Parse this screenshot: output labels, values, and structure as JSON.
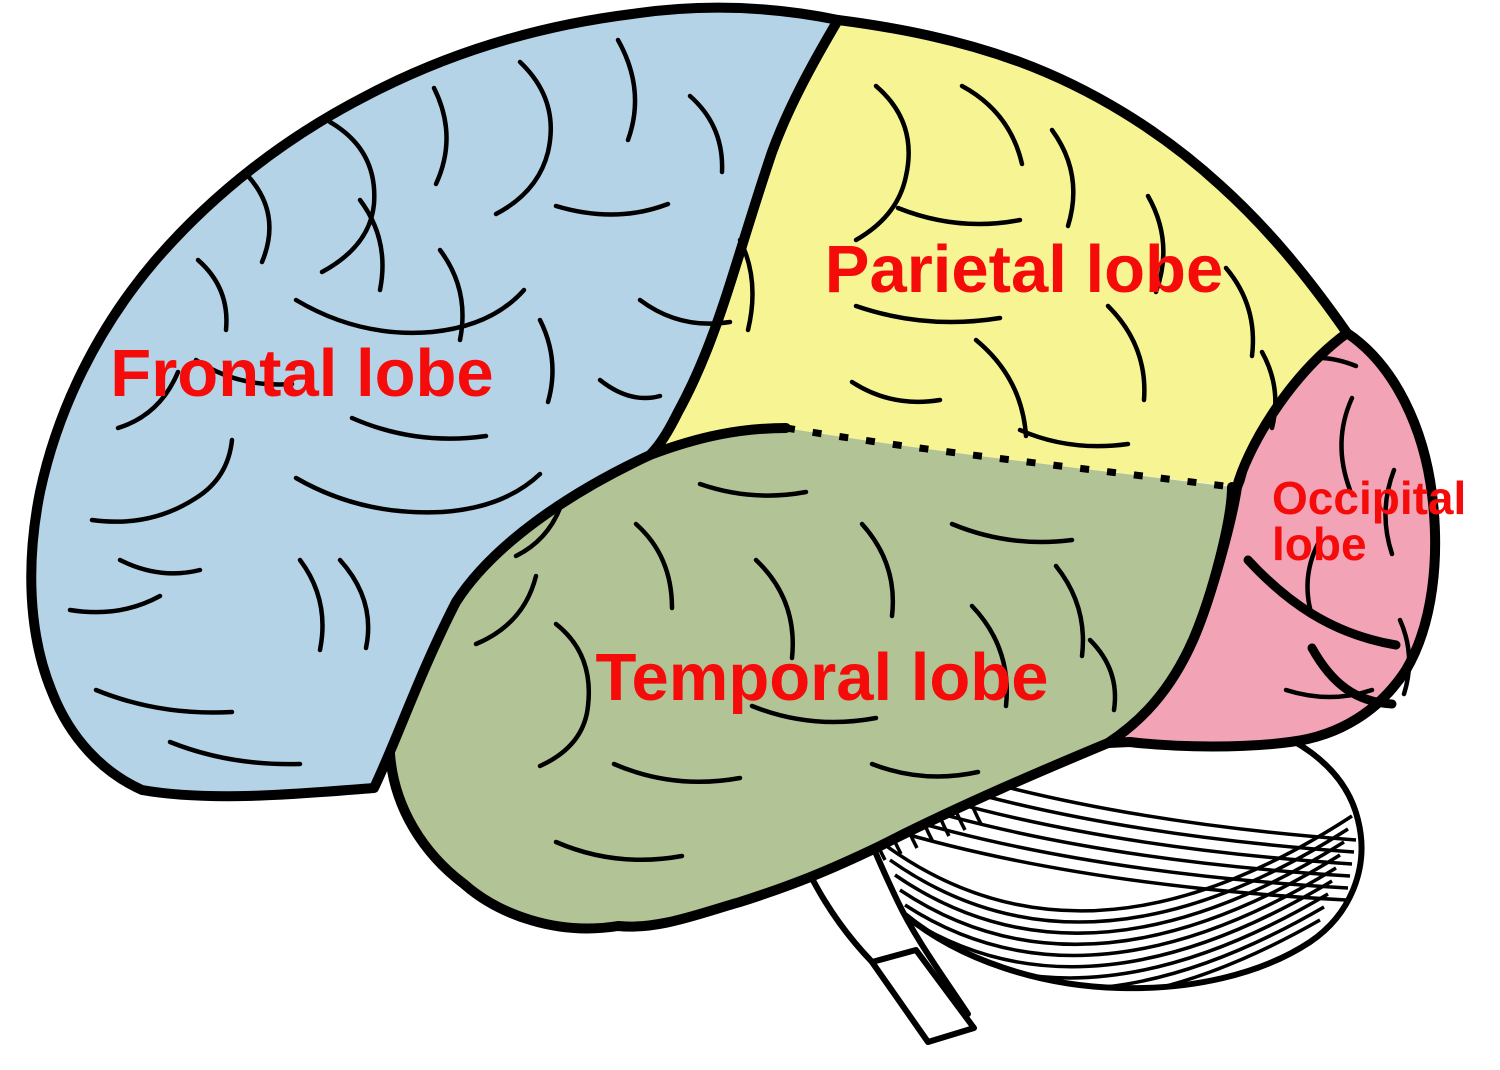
{
  "diagram": {
    "type": "brain-lateral-view-lobes",
    "background_color": "#FFFFFF",
    "outline_color": "#000000",
    "label_color": "#F60B0B",
    "regions": [
      {
        "id": "frontal",
        "label": "Frontal lobe",
        "color": "#B5D3E7"
      },
      {
        "id": "parietal",
        "label": "Parietal lobe",
        "color": "#F7F593"
      },
      {
        "id": "temporal",
        "label": "Temporal lobe",
        "color": "#B2C495"
      },
      {
        "id": "occipital",
        "label": "Occipital lobe",
        "label_line1": "Occipital",
        "label_line2": "lobe",
        "color": "#F2A3B6"
      }
    ],
    "unlabeled_structures": [
      {
        "id": "cerebellum",
        "fill": "#FFFFFF"
      },
      {
        "id": "brain-stem",
        "fill": "#FFFFFF"
      }
    ]
  }
}
